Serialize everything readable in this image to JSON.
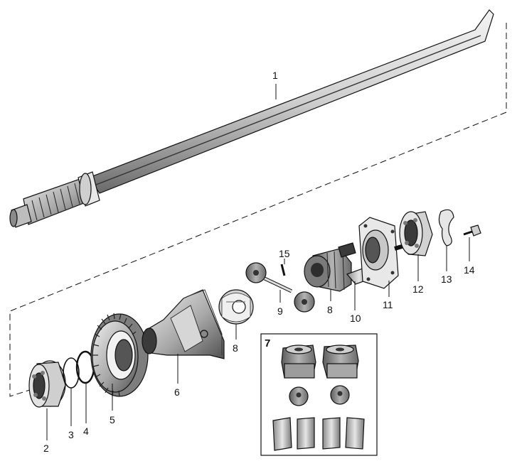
{
  "diagram": {
    "callouts": {
      "axle_shaft": "1",
      "bearing_left": "2",
      "shim": "3",
      "snap_ring": "4",
      "ring_gear": "5",
      "diff_case": "6",
      "kit_inset": "7",
      "side_gear_case": "8",
      "side_gear_main": "8",
      "pinion_shaft": "9",
      "thrust_block": "10",
      "case_half": "11",
      "bearing_right": "12",
      "lock_plate": "13",
      "bolt": "14",
      "lock_pin": "15"
    },
    "colors": {
      "line": "#111111",
      "metal_light": "#d9d9d9",
      "metal_mid": "#9a9a9a",
      "metal_dark": "#4a4a4a",
      "background": "#ffffff"
    }
  }
}
